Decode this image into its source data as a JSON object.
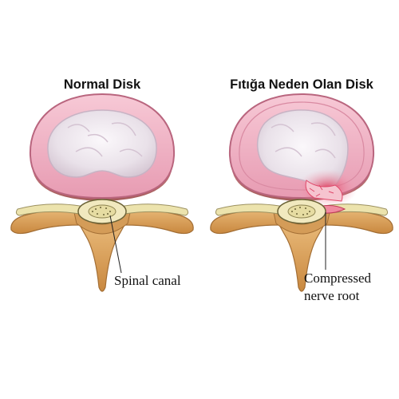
{
  "titles": {
    "normal": "Normal Disk",
    "herniated": "Fıtığa Neden Olan Disk"
  },
  "labels": {
    "spinal_canal": "Spinal canal",
    "compressed_line1": "Compressed",
    "compressed_line2": "nerve root"
  },
  "colors": {
    "background": "#ffffff",
    "annulus": "#f2b8c8",
    "nucleus": "#ece6ec",
    "bone": "#d9a560",
    "nerve": "#e8dfa6",
    "inflamed": "#e33d5c"
  }
}
